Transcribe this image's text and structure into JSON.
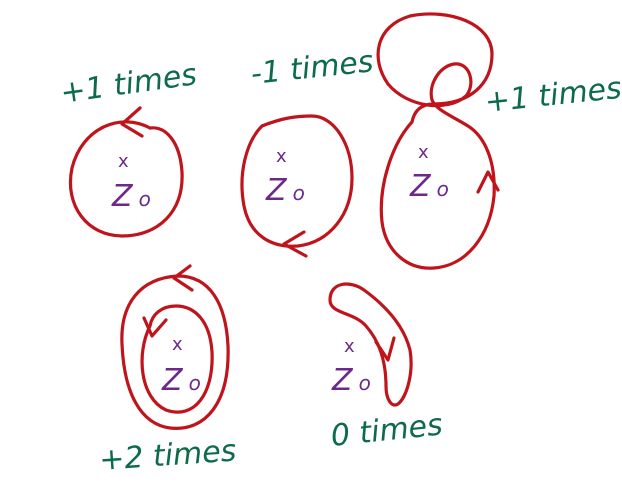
{
  "colors": {
    "curve": "#c0141c",
    "label": "#0e6b4a",
    "point": "#6b2a8a",
    "background": "#ffffff"
  },
  "point": {
    "mark": "x",
    "name": "Z",
    "subscript": "o"
  },
  "diagrams": [
    {
      "id": "a",
      "winding_label": "+1 times"
    },
    {
      "id": "b",
      "winding_label": "-1 times"
    },
    {
      "id": "c",
      "winding_label": "+1 times"
    },
    {
      "id": "d",
      "winding_label": "+2 times"
    },
    {
      "id": "e",
      "winding_label": "0 times"
    }
  ]
}
